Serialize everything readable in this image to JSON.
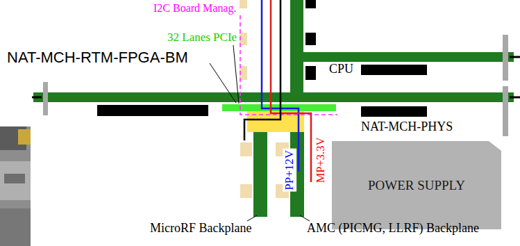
{
  "diagram": {
    "nodes": [
      {
        "text": [
          "POWER SUPPLY"
        ]
      }
    ],
    "labels": [
      "I2C Board Manag.",
      "32 Lanes PCIe",
      "NAT-MCH-RTM-FPGA-BM",
      "CPU",
      "NAT-MCH-PHYS",
      "PP+12V",
      "MP+3.3V",
      "MicroRF Backplane",
      "AMC (PICMG, LLRF) Backplane"
    ]
  }
}
